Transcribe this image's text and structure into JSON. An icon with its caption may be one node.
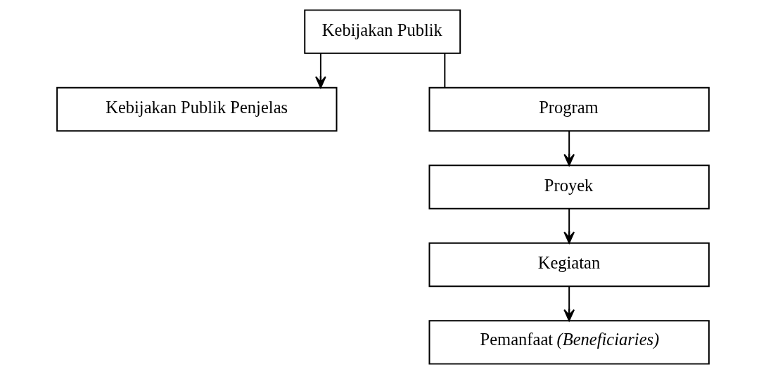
{
  "diagram": {
    "nodes": [
      {
        "text": [
          "Kebijakan Publik"
        ]
      },
      {
        "text": [
          "Kebijakan Publik Penjelas"
        ]
      },
      {
        "text": [
          "Program"
        ]
      },
      {
        "text": [
          "Proyek"
        ]
      },
      {
        "text": [
          "Kegiatan"
        ]
      },
      {
        "text": [
          "Pemanfaat *(Beneficiaries)*"
        ]
      }
    ],
    "edges": [
      {
        "from": 0,
        "to": 1,
        "arrow": "to"
      },
      {
        "from": 0,
        "to": 2,
        "arrow": "none"
      },
      {
        "from": 2,
        "to": 3,
        "arrow": "to"
      },
      {
        "from": 3,
        "to": 4,
        "arrow": "to"
      },
      {
        "from": 4,
        "to": 5,
        "arrow": "to"
      }
    ]
  }
}
